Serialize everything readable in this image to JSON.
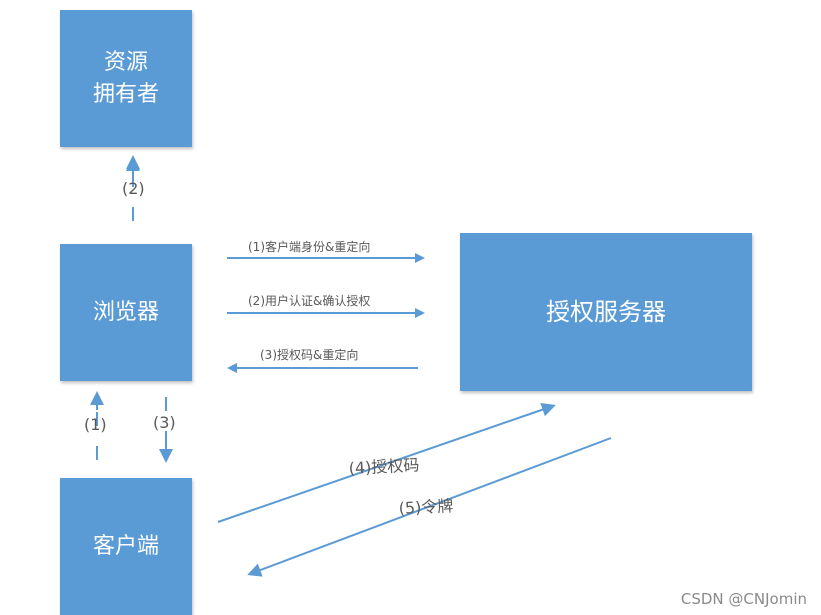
{
  "colors": {
    "box_fill": "#5b9bd5",
    "box_text": "#ffffff",
    "arrow": "#5b9bd5",
    "label_text": "#595959"
  },
  "nodes": {
    "resource_owner": "资源\n拥有者",
    "browser": "浏览器",
    "client": "客户端",
    "auth_server": "授权服务器"
  },
  "edges": {
    "browser_to_owner": "(2)",
    "client_to_browser": "(1)",
    "browser_to_client": "(3)",
    "browser_to_auth_1": "(1)客户端身份&重定向",
    "browser_to_auth_2": "(2)用户认证&确认授权",
    "auth_to_browser_3": "(3)授权码&重定向",
    "client_to_auth_4": "(4)授权码",
    "auth_to_client_5": "(5)令牌"
  },
  "watermark": "CSDN @CNJomin"
}
